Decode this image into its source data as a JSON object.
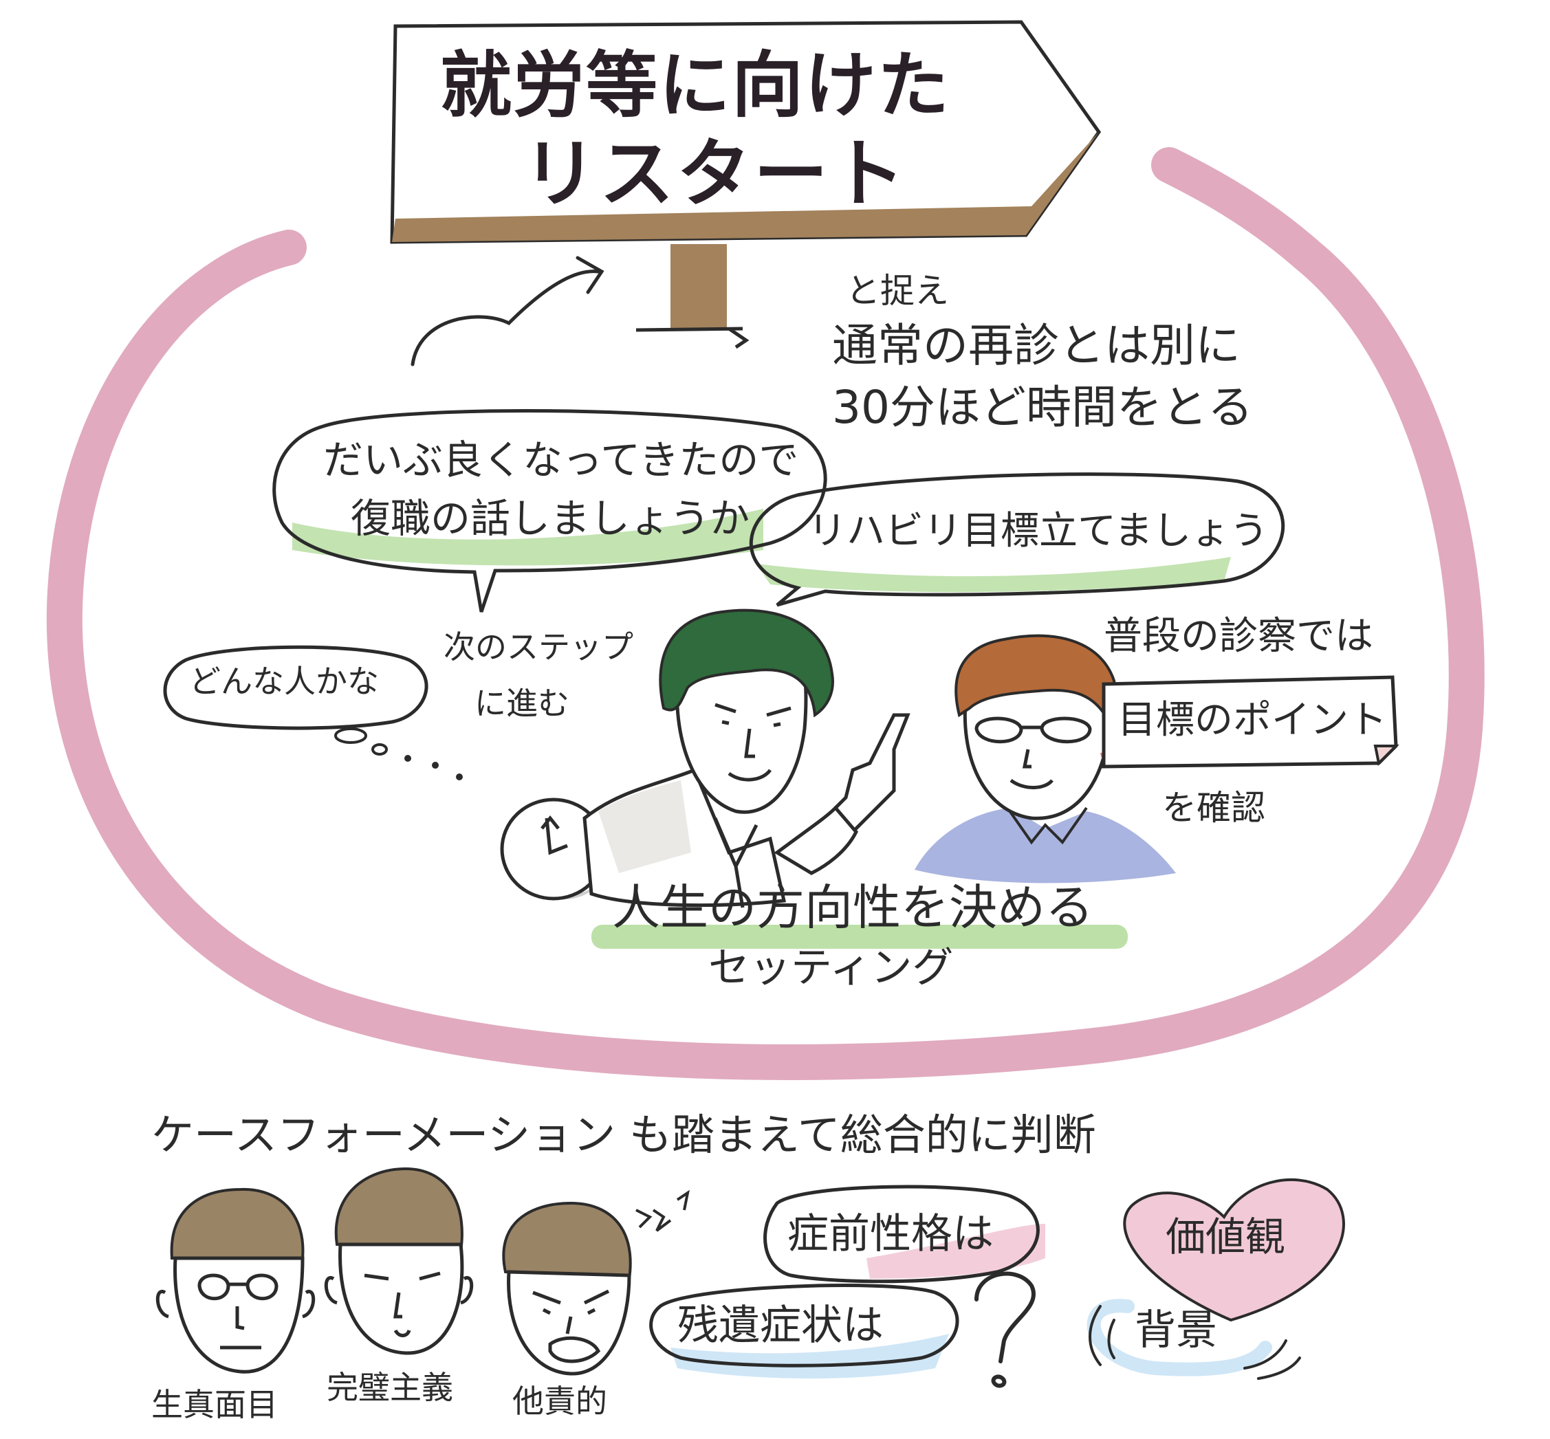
{
  "colors": {
    "ring_pink": "#dc9bb4",
    "sign_wood": "#a3825c",
    "highlight_green": "#bde0a8",
    "highlight_pink": "#f2c9d6",
    "highlight_blue": "#cfe6f6",
    "doctor_hair": "#2f6b3c",
    "patient_hair": "#b56a3a",
    "patient_shirt": "#a9b4e0",
    "face_hair_brown": "#9a8466",
    "note_red": "#e07070",
    "ink": "#2b2b2b"
  },
  "sign": {
    "line1": "就労等に向けた",
    "line2": "リスタート"
  },
  "notes": {
    "capture": "と捉え",
    "line1": "通常の再診とは別に",
    "line2": "30分ほど時間をとる"
  },
  "speech": {
    "bubble1_line1": "だいぶ良くなってきたので",
    "bubble1_line2": "復職の話しましょうか",
    "bubble2": "リハビリ目標立てましょう"
  },
  "thought": {
    "text": "どんな人かな"
  },
  "next_step": {
    "line1": "次のステップ",
    "line2": "に進む"
  },
  "clinic": {
    "top": "普段の診察では",
    "sticky": "目標のポイント",
    "bottom": "を確認"
  },
  "setting": {
    "line1": "人生の方向性を決める",
    "line2": "セッティング"
  },
  "bottom": {
    "heading": "ケースフォーメーション も踏まえて総合的に判断",
    "faces": [
      "生真面目",
      "完璧主義",
      "他責的"
    ],
    "premorbid": "症前性格は",
    "residual": "残遺症状は",
    "values": "価値観",
    "background": "背景"
  },
  "icons": [
    "clock-icon",
    "arrow-icon",
    "question-mark-icon",
    "heart-icon",
    "anger-mark-icon"
  ]
}
